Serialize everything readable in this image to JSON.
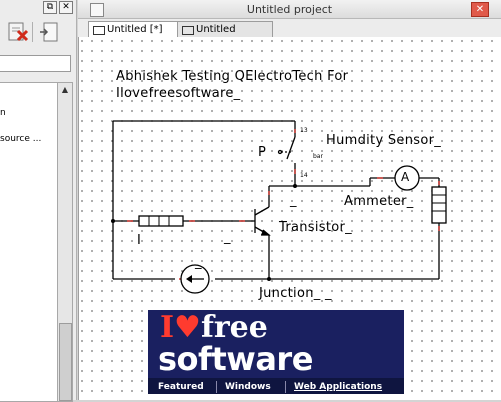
{
  "left_panel": {
    "tree": {
      "item_1": "n",
      "item_2": "source ..."
    }
  },
  "window": {
    "title": "Untitled project",
    "tabs": [
      {
        "label": "Untitled [*]"
      },
      {
        "label": "Untitled"
      }
    ]
  },
  "schematic": {
    "title_line_1": "Abhishek Testing QElectroTech For",
    "title_line_2": "Ilovefreesoftware_",
    "labels": {
      "humidity_sensor": "Humdity Sensor_",
      "sensor_prefix": "P",
      "terminal_13": "13",
      "terminal_14": "14",
      "bar": "bar",
      "ammeter": "Ammeter_",
      "ammeter_symbol": "A",
      "transistor": "Transistor_",
      "junction": "Junction_ _",
      "resistor_label": "I",
      "underscore_1": "_",
      "underscore_2": "_",
      "underscore_3": "_"
    },
    "logo": {
      "brand_love": "I♥",
      "brand_free": "free",
      "brand_software": "software",
      "links": [
        "Featured",
        "Windows",
        "Web Applications"
      ],
      "active_link": "Web Applications"
    }
  }
}
